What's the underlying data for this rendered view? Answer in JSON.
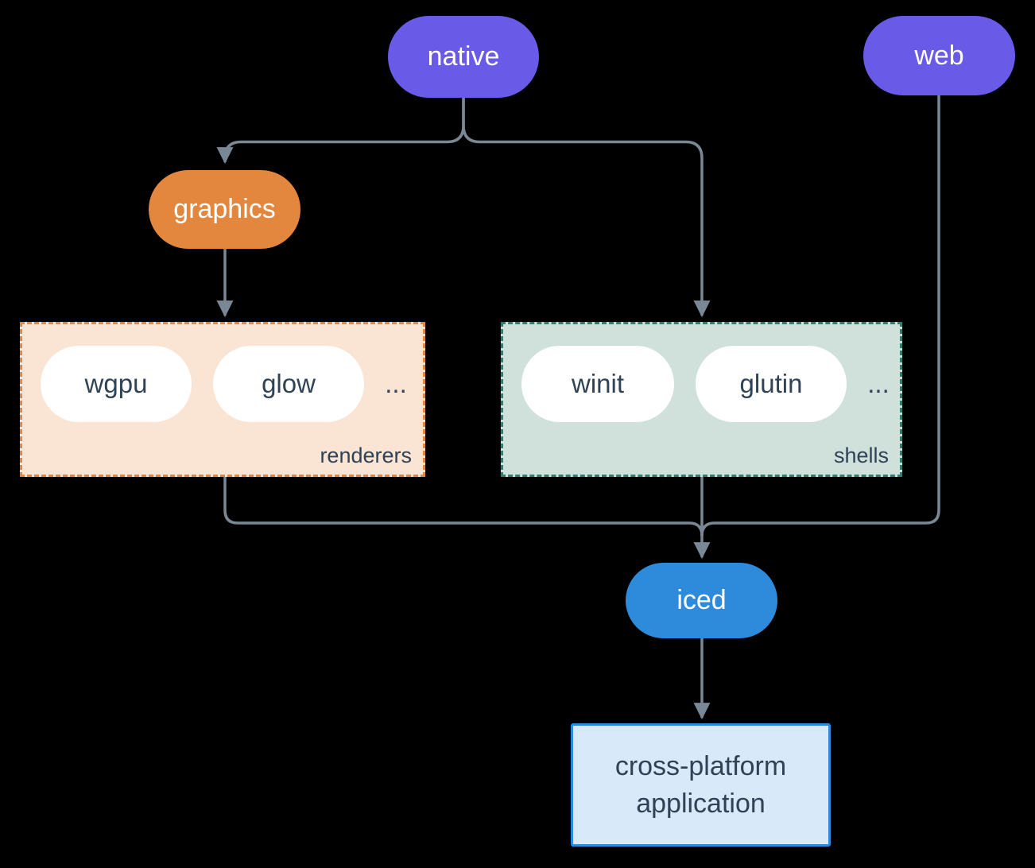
{
  "canvas": {
    "background": "#000000"
  },
  "colors": {
    "node_purple": "#6A5AE8",
    "node_orange": "#E2873D",
    "node_blue": "#2E8BDC",
    "renderers_bg": "#FAE4D3",
    "renderers_border": "#E2873D",
    "shells_bg": "#D0E1DB",
    "shells_border": "#2F7E6F",
    "app_bg": "#D8E9FA",
    "app_border": "#2E8BDC",
    "edge_line": "#7A8794",
    "dark_text": "#2F4256",
    "light_text": "#FFFFFF"
  },
  "nodes": {
    "native": {
      "label": "native"
    },
    "web": {
      "label": "web"
    },
    "graphics": {
      "label": "graphics"
    },
    "iced": {
      "label": "iced"
    },
    "app": {
      "line1": "cross-platform",
      "line2": "application"
    }
  },
  "groups": {
    "renderers": {
      "label": "renderers",
      "items": [
        "wgpu",
        "glow"
      ],
      "ellipsis": "..."
    },
    "shells": {
      "label": "shells",
      "items": [
        "winit",
        "glutin"
      ],
      "ellipsis": "..."
    }
  }
}
